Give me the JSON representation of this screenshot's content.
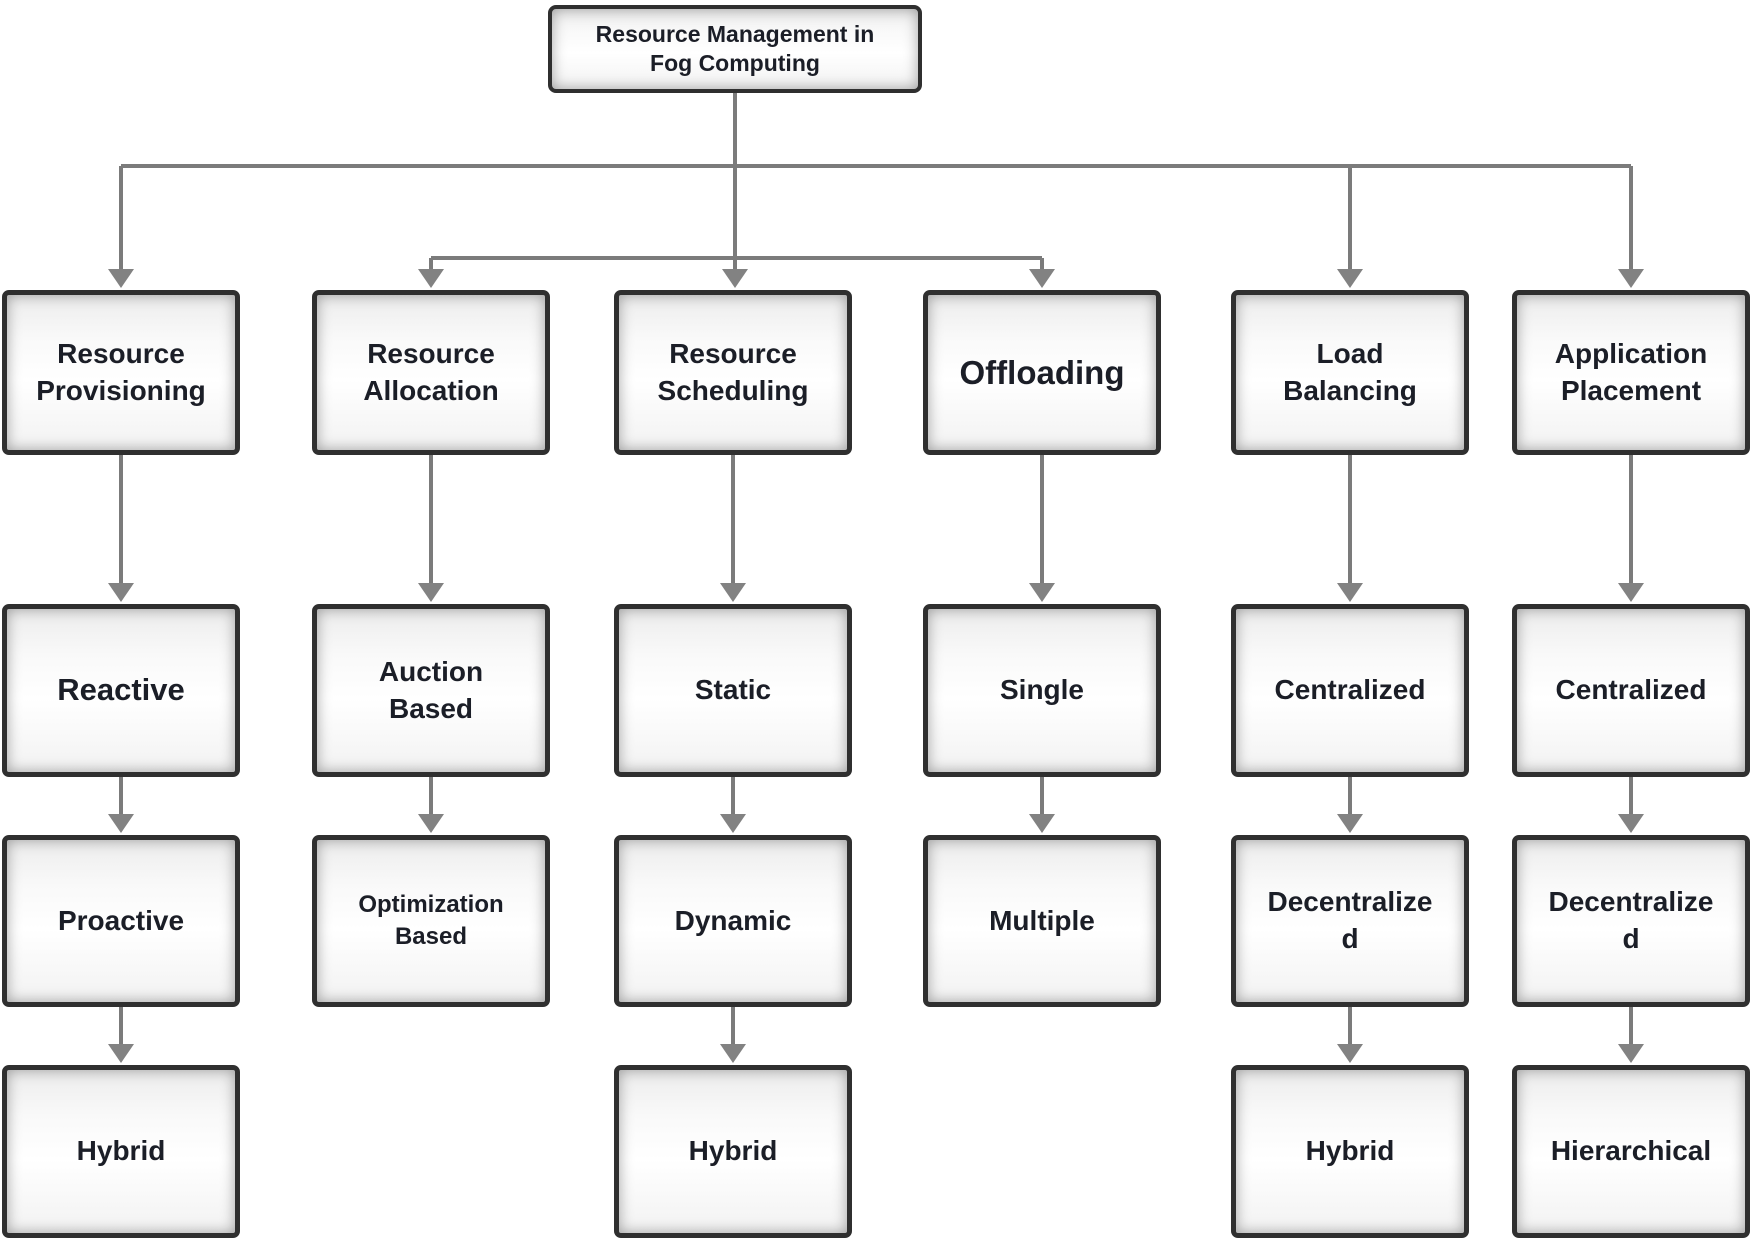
{
  "diagram": {
    "title": "Resource Management in\nFog Computing",
    "columns": [
      {
        "header": "Resource\nProvisioning",
        "children": [
          "Reactive",
          "Proactive",
          "Hybrid"
        ]
      },
      {
        "header": "Resource\nAllocation",
        "children": [
          "Auction\nBased",
          "Optimization\nBased"
        ]
      },
      {
        "header": "Resource\nScheduling",
        "children": [
          "Static",
          "Dynamic",
          "Hybrid"
        ]
      },
      {
        "header": "Offloading",
        "children": [
          "Single",
          "Multiple"
        ]
      },
      {
        "header": "Load\nBalancing",
        "children": [
          "Centralized",
          "Decentralize\nd",
          "Hybrid"
        ]
      },
      {
        "header": "Application\nPlacement",
        "children": [
          "Centralized",
          "Decentralize\nd",
          "Hierarchical"
        ]
      }
    ],
    "colors": {
      "background": "#ffffff",
      "connector": "#7b7b7b",
      "box_border": "#2f2f2f",
      "box_fill": "#f6f6f6",
      "text": "#1b1e27"
    }
  }
}
